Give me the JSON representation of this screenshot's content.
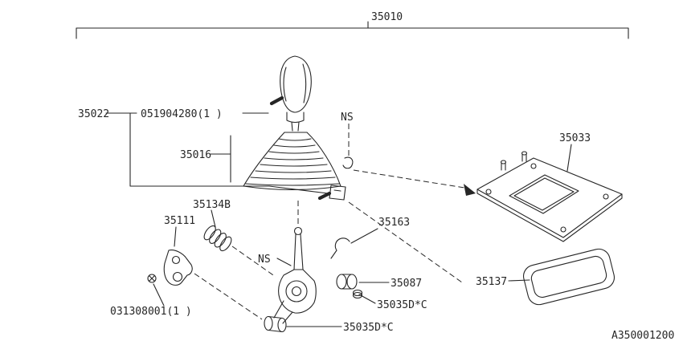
{
  "page": {
    "background_color": "#ffffff",
    "line_color": "#262626"
  },
  "diagram": {
    "figure_code": "A350001200",
    "labels": {
      "assembly": "35010",
      "lever_assy": "35022",
      "knob_screw": "051904280(1 )",
      "boot": "35016",
      "ns_upper": "NS",
      "plate": "35033",
      "spring": "35134B",
      "bracket": "35111",
      "hook": "35163",
      "ns_lower": "NS",
      "bushing": "35087",
      "washer_upper": "35035D*C",
      "gasket": "35137",
      "bolt": "031308001(1 )",
      "bushing_lower": "35035D*C"
    }
  }
}
